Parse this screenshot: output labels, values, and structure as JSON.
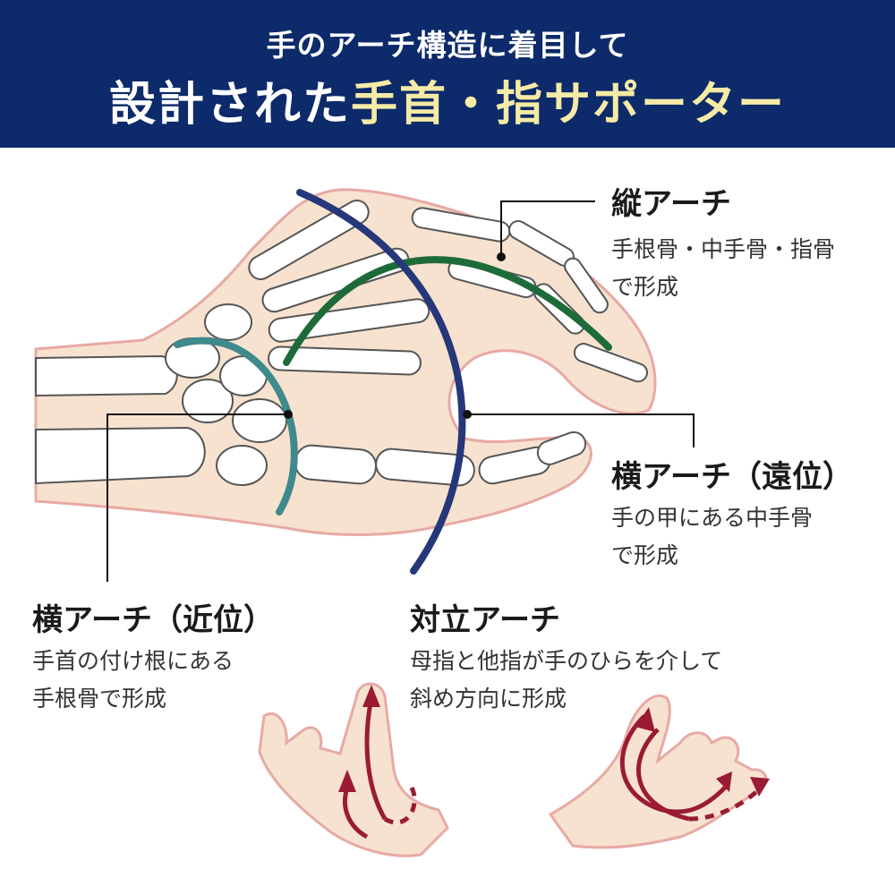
{
  "banner": {
    "line1": "手のアーチ構造に着目して",
    "line2_white": "設計された",
    "line2_yellow": "手首・指サポーター",
    "background": "#0d2a6a",
    "highlight_color": "#f5eba6"
  },
  "arches": {
    "longitudinal": {
      "title": "縦アーチ",
      "line1": "手根骨・中手骨・指骨",
      "line2": "で形成",
      "color": "#1e6b3a"
    },
    "transverse_distal": {
      "title": "横アーチ（遠位）",
      "line1": "手の甲にある中手骨",
      "line2": "で形成",
      "color": "#26377a"
    },
    "transverse_proximal": {
      "title": "横アーチ（近位）",
      "line1": "手首の付け根にある",
      "line2": "手根骨で形成",
      "color": "#3f8a8c"
    },
    "opposition": {
      "title": "対立アーチ",
      "line1": "母指と他指が手のひらを介して",
      "line2": "斜め方向に形成",
      "color": "#9a1b33"
    }
  }
}
